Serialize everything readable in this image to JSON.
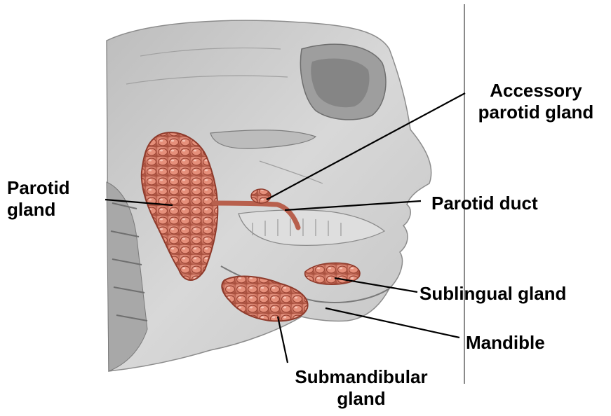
{
  "colors": {
    "background": "#ffffff",
    "skull": "#cfcfcf",
    "skull_shadow": "#9a9a9a",
    "gland": "#d9826f",
    "gland_dark": "#9c4535",
    "leader_line": "#000000"
  },
  "labels": {
    "accessory_parotid_gland": {
      "line1": "Accessory",
      "line2": "parotid gland"
    },
    "parotid_gland": {
      "line1": "Parotid",
      "line2": "gland"
    },
    "parotid_duct": {
      "text": "Parotid duct"
    },
    "sublingual_gland": {
      "text": "Sublingual gland"
    },
    "mandible": {
      "text": "Mandible"
    },
    "submandibular_gland": {
      "line1": "Submandibular",
      "line2": "gland"
    }
  }
}
